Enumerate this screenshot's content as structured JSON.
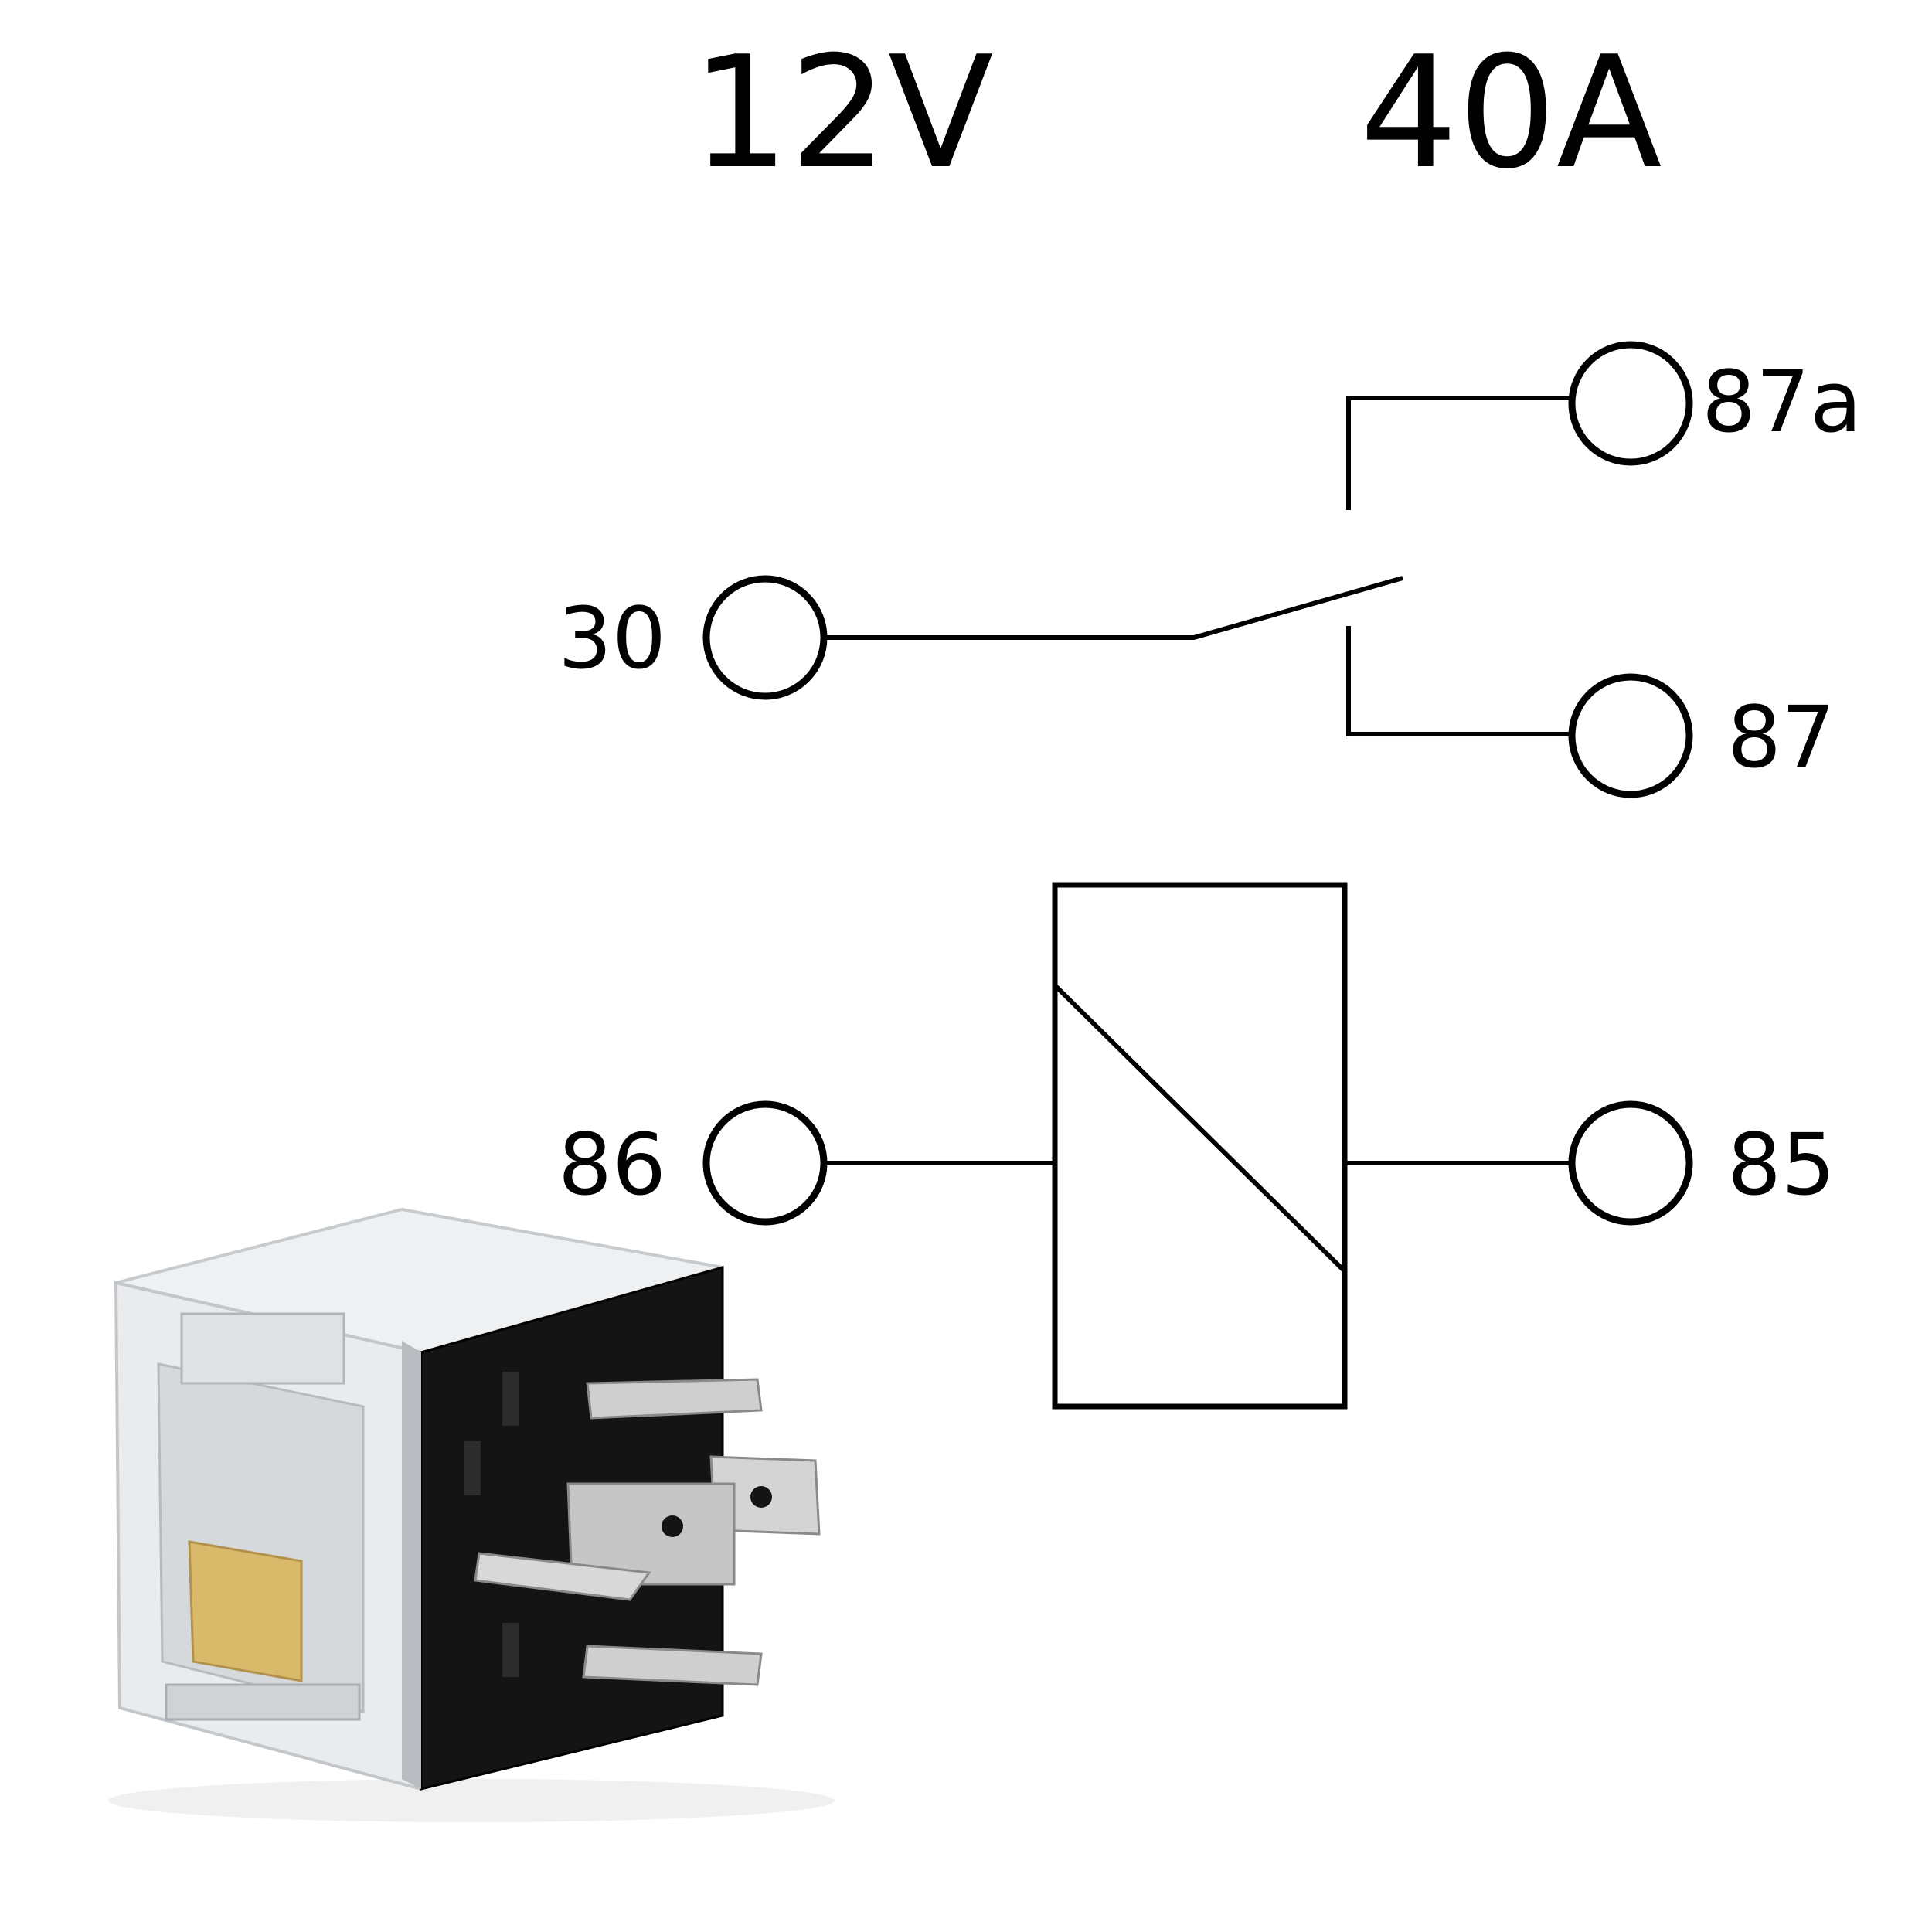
{
  "ratings": {
    "voltage": "12V",
    "current": "40A"
  },
  "terminals": {
    "t30": "30",
    "t87a": "87a",
    "t87": "87",
    "t86": "86",
    "t85": "85"
  },
  "colors": {
    "line": "#000000",
    "background": "#ffffff",
    "relay_housing": "#e8eaec",
    "relay_base": "#141414",
    "pins": "#c9c9c9",
    "brass": "#d9b96a"
  },
  "photo": {
    "subject": "automotive relay with clear housing"
  }
}
